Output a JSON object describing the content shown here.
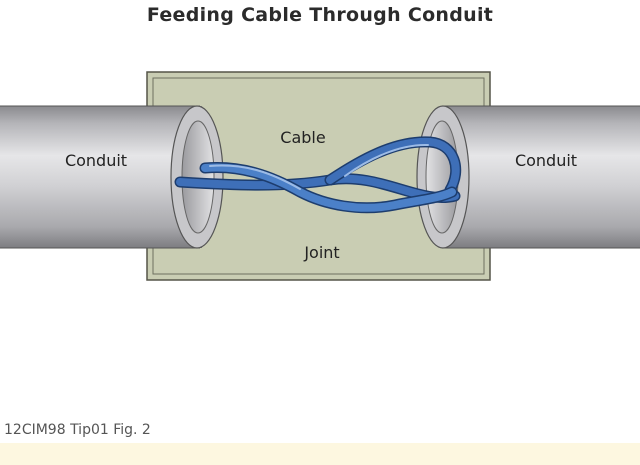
{
  "title": "Feeding Cable Through Conduit",
  "labels": {
    "conduit_left": "Conduit",
    "conduit_right": "Conduit",
    "cable": "Cable",
    "joint": "Joint"
  },
  "caption": "12CIM98 Tip01 Fig. 2",
  "colors": {
    "joint_box": "#c9cdb3",
    "cable": "#3e6fb8",
    "conduit": "#c3c3c6",
    "bottom_band": "#fdf7e0"
  }
}
